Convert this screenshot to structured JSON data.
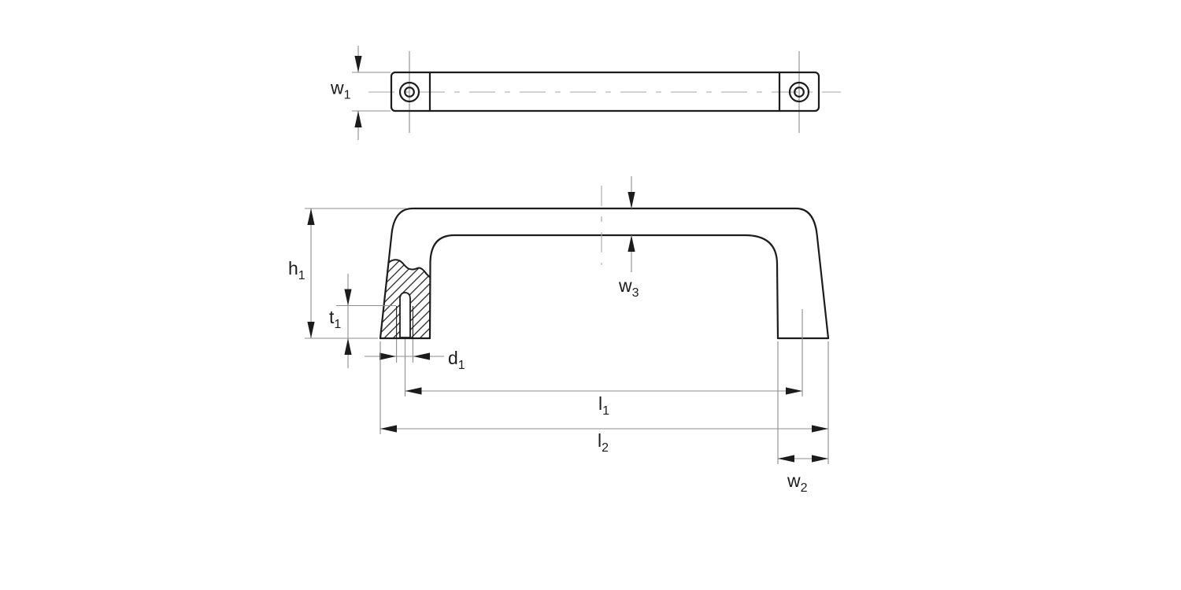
{
  "labels": {
    "w1": {
      "base": "w",
      "sub": "1"
    },
    "w2": {
      "base": "w",
      "sub": "2"
    },
    "w3": {
      "base": "w",
      "sub": "3"
    },
    "h1": {
      "base": "h",
      "sub": "1"
    },
    "t1": {
      "base": "t",
      "sub": "1"
    },
    "d1": {
      "base": "d",
      "sub": "1"
    },
    "l1": {
      "base": "l",
      "sub": "1"
    },
    "l2": {
      "base": "l",
      "sub": "2"
    }
  },
  "colors": {
    "object_line": "#1c1c1c",
    "thin_line": "#8d8d8d",
    "centerline": "#a5a5a5",
    "arrow": "#1c1c1c",
    "text": "#1c1c1c",
    "hatch_line": "#1c1c1c",
    "background": "#ffffff"
  }
}
